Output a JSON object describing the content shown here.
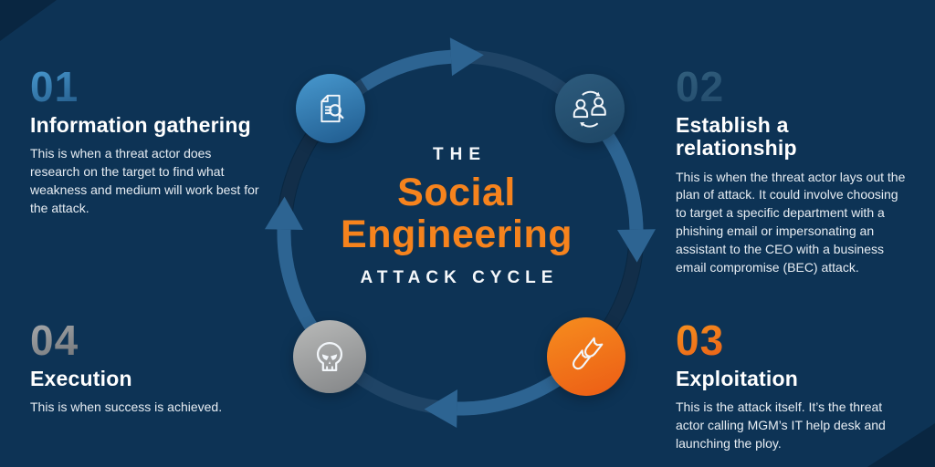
{
  "infographic": {
    "center": {
      "kicker": "THE",
      "title_line1": "Social",
      "title_line2": "Engineering",
      "subtitle": "ATTACK CYCLE"
    },
    "direction": "clockwise"
  },
  "steps": [
    {
      "number": "01",
      "title": "Information gathering",
      "description": "This is when a threat actor does research on the target to find what weakness and medium will work best for the attack.",
      "icon": "document-search-icon",
      "number_color_from": "#4a9dd4",
      "number_color_to": "#235a88",
      "icon_color_from": "#4899cf",
      "icon_color_to": "#1f5a8d"
    },
    {
      "number": "02",
      "title": "Establish a relationship",
      "description": "This is when the threat actor lays out the plan of attack. It could involve choosing to target a specific department with a phishing email or impersonating an assistant to the CEO with a business email compromise (BEC) attack.",
      "icon": "people-exchange-icon",
      "number_color_from": "#33617f",
      "number_color_to": "#224a6b",
      "icon_color_from": "#2d5b7d",
      "icon_color_to": "#1e4665"
    },
    {
      "number": "03",
      "title": "Exploitation",
      "description": "This is the attack itself. It’s the threat actor calling MGM’s IT help desk and launching the ploy.",
      "icon": "bombs-icon",
      "number_color_from": "#f8941f",
      "number_color_to": "#e95f17",
      "icon_color_from": "#f68d1e",
      "icon_color_to": "#ec5c15"
    },
    {
      "number": "04",
      "title": "Execution",
      "description": "This is when success is achieved.",
      "icon": "skull-icon",
      "number_color_from": "#aaacae",
      "number_color_to": "#6f7377",
      "icon_color_from": "#b9bab9",
      "icon_color_to": "#838587"
    }
  ],
  "colors": {
    "background": "#0d3355",
    "ring_active": "#2d6492",
    "ring_inactive_light": "rgba(141,176,205,0.14)",
    "ring_inactive_dark": "rgba(7,29,49,0.55)",
    "corner_accent": "rgba(6,26,45,0.5)",
    "heading_text": "#ffffff",
    "body_text": "#e7edf3",
    "center_orange": "#f6831d",
    "icon_stroke": "#f2f6fa"
  }
}
